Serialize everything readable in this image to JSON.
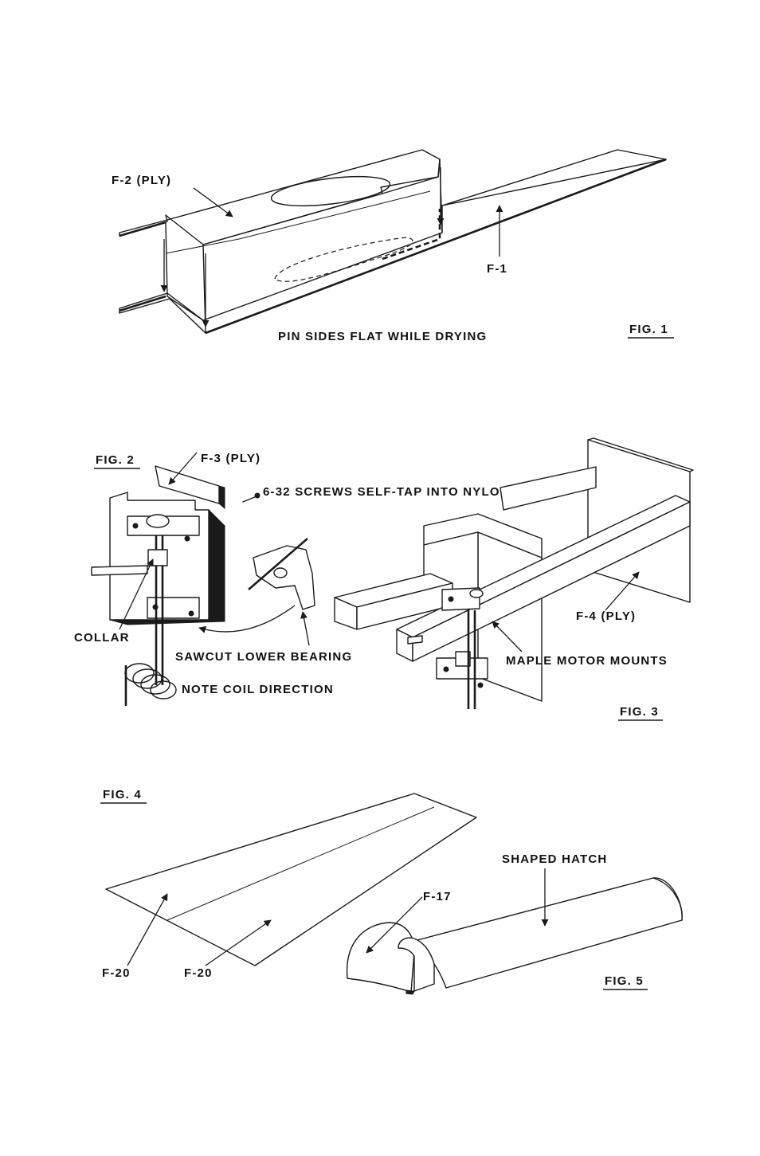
{
  "fig1": {
    "caption": "FIG. 1",
    "label_f2": "F-2 (PLY)",
    "label_f1": "F-1",
    "note": "PIN SIDES FLAT WHILE DRYING"
  },
  "fig2": {
    "caption": "FIG. 2",
    "label_f3": "F-3 (PLY)",
    "label_screws": "6-32 SCREWS SELF-TAP INTO NYLON",
    "label_collar": "COLLAR",
    "label_sawcut": "SAWCUT LOWER BEARING",
    "label_coil": "NOTE COIL DIRECTION"
  },
  "fig3": {
    "caption": "FIG. 3",
    "label_f4": "F-4 (PLY)",
    "label_mounts": "MAPLE MOTOR MOUNTS"
  },
  "fig4": {
    "caption": "FIG. 4",
    "label_f20_left": "F-20",
    "label_f20_right": "F-20"
  },
  "fig5": {
    "caption": "FIG. 5",
    "label_hatch": "SHAPED HATCH",
    "label_f17": "F-17"
  }
}
